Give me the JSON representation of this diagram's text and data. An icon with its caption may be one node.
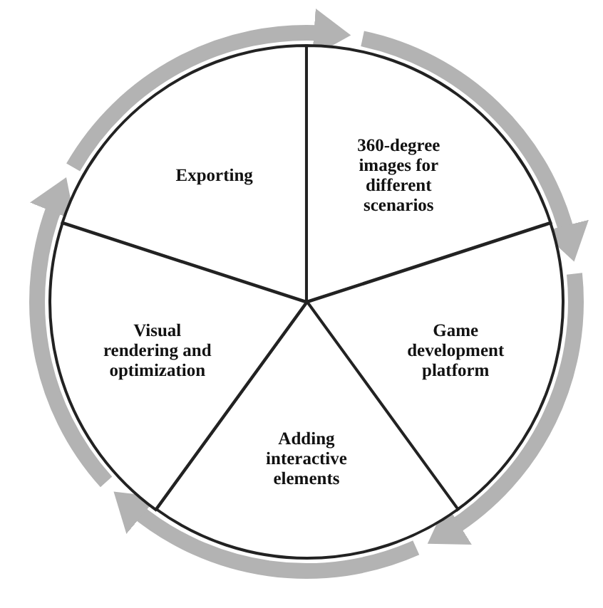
{
  "diagram": {
    "nodes": [
      {
        "text": [
          "Exporting"
        ]
      },
      {
        "text": [
          "360-degree images for different scenarios"
        ]
      },
      {
        "text": [
          "Game development platform"
        ]
      },
      {
        "text": [
          "Adding interactive elements"
        ]
      },
      {
        "text": [
          "Visual rendering and optimization"
        ]
      }
    ],
    "edges": [
      {
        "from": 0,
        "to": 1,
        "arrow": "to"
      },
      {
        "from": 1,
        "to": 2,
        "arrow": "to"
      },
      {
        "from": 2,
        "to": 3,
        "arrow": "to"
      },
      {
        "from": 3,
        "to": 4,
        "arrow": "to"
      },
      {
        "from": 4,
        "to": 0,
        "arrow": "to"
      }
    ]
  }
}
